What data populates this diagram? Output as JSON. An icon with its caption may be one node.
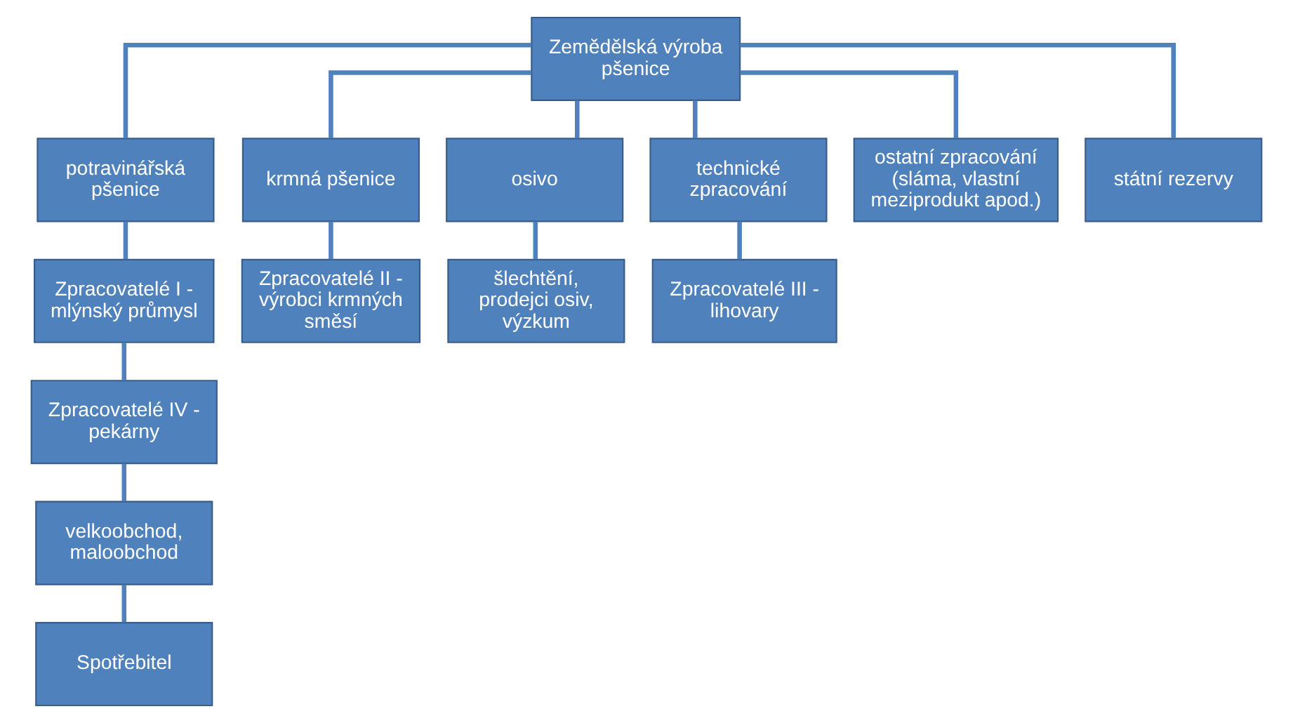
{
  "diagram": {
    "nodes": [
      {
        "text": [
          "Zemědělská výroba pšenice"
        ]
      },
      {
        "text": [
          "potravinářská pšenice"
        ]
      },
      {
        "text": [
          "krmná pšenice"
        ]
      },
      {
        "text": [
          "osivo"
        ]
      },
      {
        "text": [
          "technické zpracování"
        ]
      },
      {
        "text": [
          "ostatní zpracování (sláma, vlastní meziprodukt apod.)"
        ]
      },
      {
        "text": [
          "státní rezervy"
        ]
      },
      {
        "text": [
          "Zpracovatelé I - mlýnský průmysl"
        ]
      },
      {
        "text": [
          "Zpracovatelé II - výrobci krmných směsí"
        ]
      },
      {
        "text": [
          "šlechtění, prodejci osiv, výzkum"
        ]
      },
      {
        "text": [
          "Zpracovatelé III - lihovary"
        ]
      },
      {
        "text": [
          "Zpracovatelé IV - pekárny"
        ]
      },
      {
        "text": [
          "velkoobchod, maloobchod"
        ]
      },
      {
        "text": [
          "Spotřebitel"
        ]
      }
    ],
    "edges": [
      {
        "from": 0,
        "to": 1,
        "arrow": "none"
      },
      {
        "from": 0,
        "to": 2,
        "arrow": "none"
      },
      {
        "from": 0,
        "to": 3,
        "arrow": "none"
      },
      {
        "from": 0,
        "to": 4,
        "arrow": "none"
      },
      {
        "from": 0,
        "to": 5,
        "arrow": "none"
      },
      {
        "from": 0,
        "to": 6,
        "arrow": "none"
      },
      {
        "from": 1,
        "to": 7,
        "arrow": "none"
      },
      {
        "from": 2,
        "to": 8,
        "arrow": "none"
      },
      {
        "from": 3,
        "to": 9,
        "arrow": "none"
      },
      {
        "from": 4,
        "to": 10,
        "arrow": "none"
      },
      {
        "from": 7,
        "to": 11,
        "arrow": "none"
      },
      {
        "from": 11,
        "to": 12,
        "arrow": "none"
      },
      {
        "from": 12,
        "to": 13,
        "arrow": "none"
      }
    ]
  }
}
